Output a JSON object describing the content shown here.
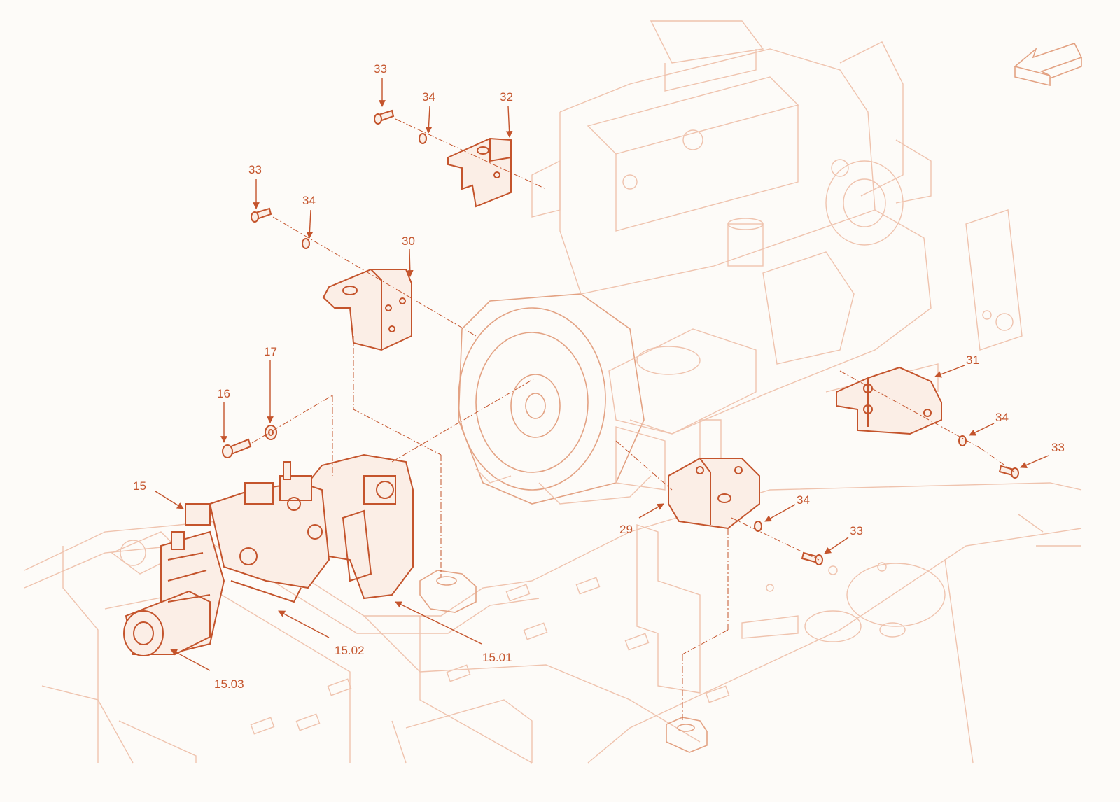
{
  "colors": {
    "accent": "#c4542c",
    "faint_line": "#efc3ae",
    "background": "#fdfbf8"
  },
  "callouts": [
    {
      "id": "33a",
      "label": "33"
    },
    {
      "id": "34a",
      "label": "34"
    },
    {
      "id": "32",
      "label": "32"
    },
    {
      "id": "33b",
      "label": "33"
    },
    {
      "id": "34b",
      "label": "34"
    },
    {
      "id": "30",
      "label": "30"
    },
    {
      "id": "17",
      "label": "17"
    },
    {
      "id": "16",
      "label": "16"
    },
    {
      "id": "15",
      "label": "15"
    },
    {
      "id": "15.02",
      "label": "15.02"
    },
    {
      "id": "15.03",
      "label": "15.03"
    },
    {
      "id": "15.01",
      "label": "15.01"
    },
    {
      "id": "31",
      "label": "31"
    },
    {
      "id": "34c",
      "label": "34"
    },
    {
      "id": "33c",
      "label": "33"
    },
    {
      "id": "34d",
      "label": "34"
    },
    {
      "id": "29",
      "label": "29"
    },
    {
      "id": "33d",
      "label": "33"
    }
  ],
  "icons": {
    "direction": "direction-arrow-icon",
    "engine": "engine-illustration",
    "pump": "hydraulic-pump-illustration",
    "frame": "chassis-frame-illustration"
  }
}
